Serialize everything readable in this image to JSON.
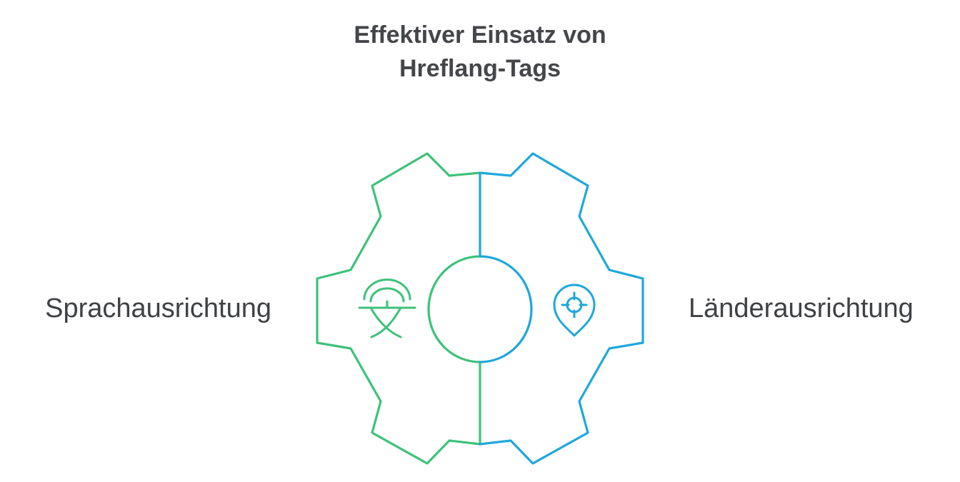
{
  "title": {
    "line1": "Effektiver Einsatz von",
    "line2": "Hreflang-Tags"
  },
  "left": {
    "label": "Sprachausrichtung",
    "icon": "language-translate-icon",
    "color": "#3cc27a"
  },
  "right": {
    "label": "Länderausrichtung",
    "icon": "location-target-pin-icon",
    "color": "#1ea7dc"
  }
}
